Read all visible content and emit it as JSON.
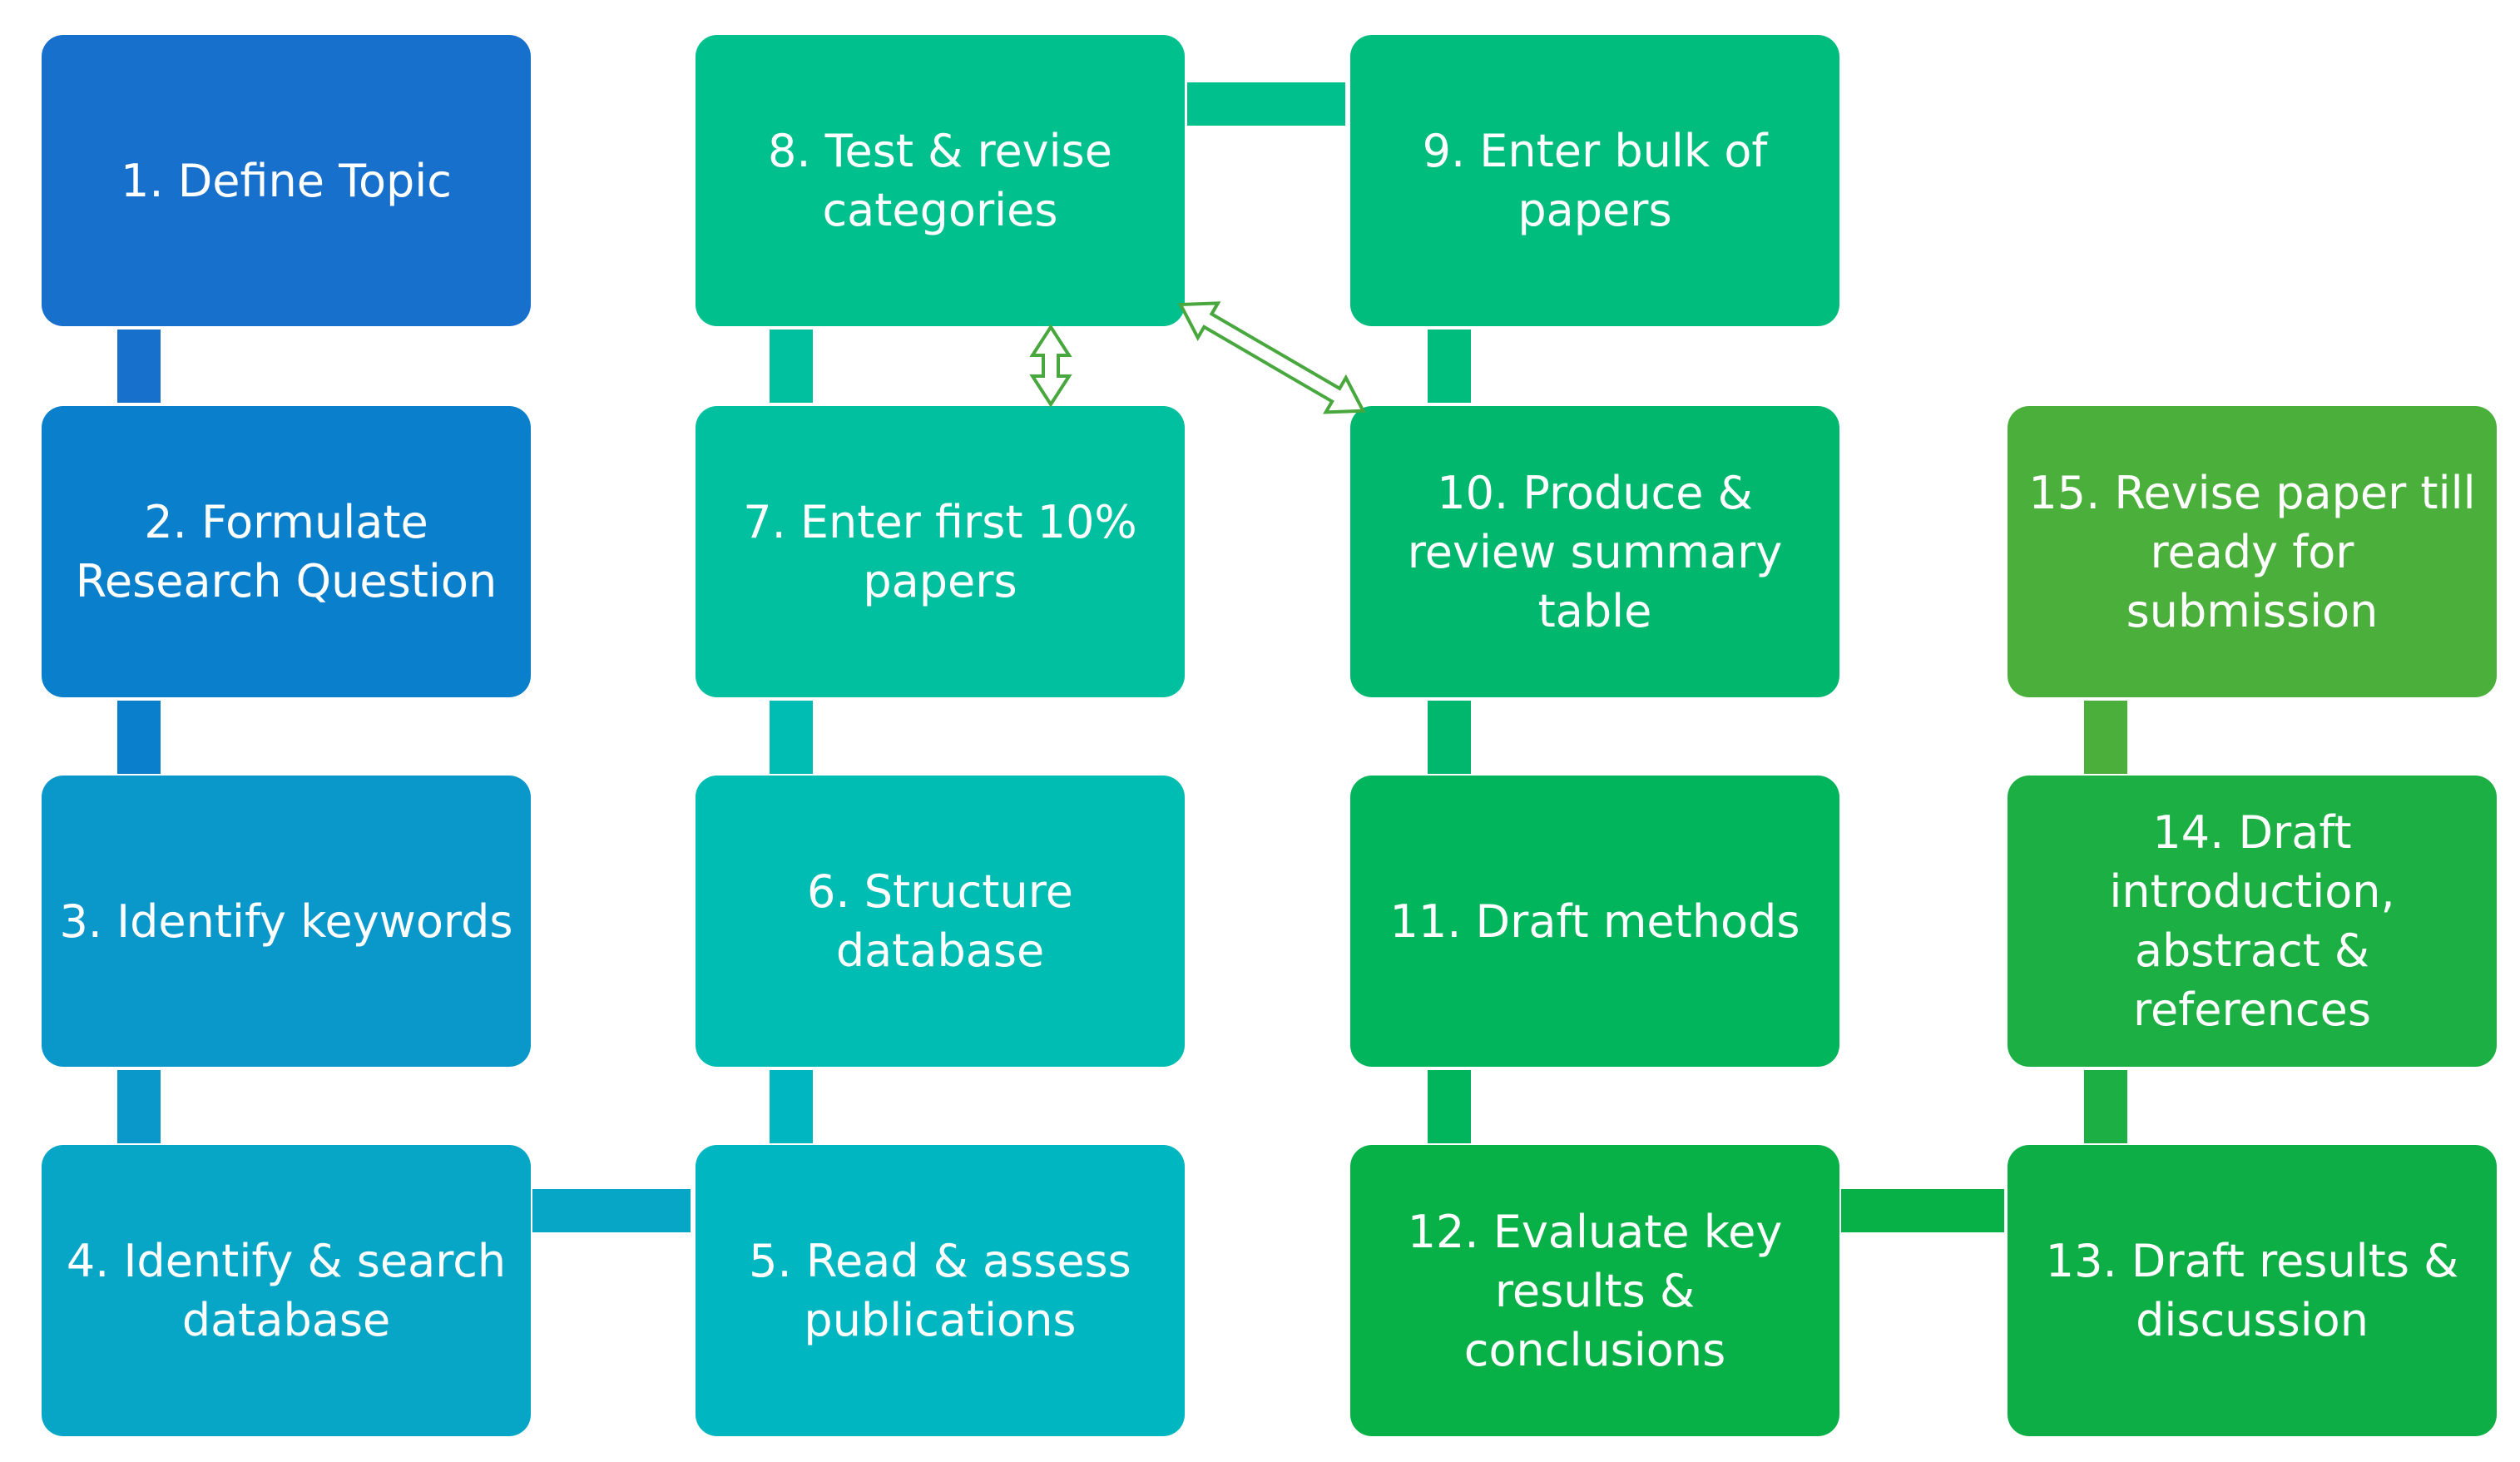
{
  "steps": [
    {
      "id": 1,
      "label": "1. Define Topic",
      "color": "#1670CC"
    },
    {
      "id": 2,
      "label": "2. Formulate Research Question",
      "color": "#0A7FCC"
    },
    {
      "id": 3,
      "label": "3. Identify keywords",
      "color": "#0A98CB"
    },
    {
      "id": 4,
      "label": "4. Identify & search database",
      "color": "#08A6C6"
    },
    {
      "id": 5,
      "label": "5. Read & assess publications",
      "color": "#00B6C0"
    },
    {
      "id": 6,
      "label": "6. Structure database",
      "color": "#00BDB4"
    },
    {
      "id": 7,
      "label": "7. Enter first 10% papers",
      "color": "#00C09F"
    },
    {
      "id": 8,
      "label": "8. Test & revise categories",
      "color": "#00C08E"
    },
    {
      "id": 9,
      "label": "9. Enter bulk of papers",
      "color": "#00BD7D"
    },
    {
      "id": 10,
      "label": "10. Produce & review summary table",
      "color": "#00B86D"
    },
    {
      "id": 11,
      "label": "11. Draft methods",
      "color": "#00B55B"
    },
    {
      "id": 12,
      "label": "12. Evaluate key results & conclusions",
      "color": "#08B148"
    },
    {
      "id": 13,
      "label": "13. Draft results & discussion",
      "color": "#0DAE45"
    },
    {
      "id": 14,
      "label": "14. Draft introduction, abstract & references",
      "color": "#1CAF44"
    },
    {
      "id": 15,
      "label": "15. Revise paper till ready for submission",
      "color": "#4BB03B"
    }
  ],
  "connector_colors": {
    "c1_2": "#1670CC",
    "c2_3": "#0A7FCC",
    "c3_4": "#0A98CB",
    "c4_5": "#08A6C6",
    "c5_6": "#00B6C0",
    "c6_7": "#00BDB4",
    "c7_8": "#00C09F",
    "c8_9": "#00C08E",
    "c9_10": "#00BD7D",
    "c10_11": "#00B86D",
    "c11_12": "#00B55B",
    "c12_13": "#08B148",
    "c13_14": "#1CAF44",
    "c14_15": "#4BB03B"
  },
  "arrow_color": "#48A83E"
}
